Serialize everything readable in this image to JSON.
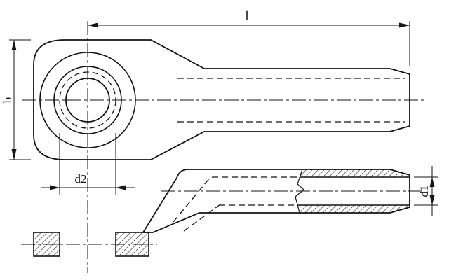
{
  "drawing": {
    "labels": {
      "length": "l",
      "width": "b",
      "hole_diameter": "d2",
      "bore_diameter": "d1"
    },
    "colors": {
      "line": "#141414",
      "background": "#ffffff"
    }
  }
}
